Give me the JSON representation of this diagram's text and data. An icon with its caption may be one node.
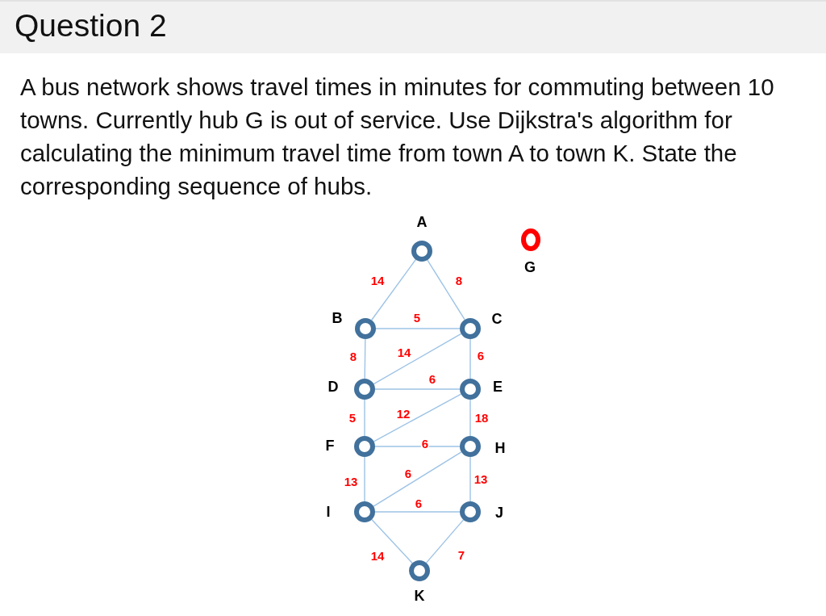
{
  "diagram": {
    "title": "Question 2",
    "nodes": [
      {
        "text": [],
        "shape": "circle",
        "beside": [
          "A"
        ]
      },
      {
        "text": [],
        "shape": "circle",
        "beside": [
          "G"
        ]
      },
      {
        "text": [],
        "shape": "circle",
        "beside": [
          "B"
        ]
      },
      {
        "text": [],
        "shape": "circle",
        "beside": [
          "C"
        ]
      },
      {
        "text": [],
        "shape": "circle",
        "beside": [
          "D"
        ]
      },
      {
        "text": [],
        "shape": "circle",
        "beside": [
          "E"
        ]
      },
      {
        "text": [],
        "shape": "circle",
        "beside": [
          "F"
        ]
      },
      {
        "text": [],
        "shape": "circle",
        "beside": [
          "H"
        ]
      },
      {
        "text": [],
        "shape": "circle",
        "beside": [
          "I"
        ]
      },
      {
        "text": [],
        "shape": "circle",
        "beside": [
          "J"
        ]
      },
      {
        "text": [],
        "shape": "circle",
        "beside": [
          "K"
        ]
      }
    ],
    "edges": [
      {
        "from": 0,
        "to": 2,
        "arrow": "none",
        "label": "14"
      },
      {
        "from": 0,
        "to": 3,
        "arrow": "none",
        "label": "8"
      },
      {
        "from": 2,
        "to": 3,
        "arrow": "none",
        "label": "5"
      },
      {
        "from": 2,
        "to": 4,
        "arrow": "none",
        "label": "8"
      },
      {
        "from": 3,
        "to": 4,
        "arrow": "none",
        "label": "14"
      },
      {
        "from": 3,
        "to": 5,
        "arrow": "none",
        "label": "6"
      },
      {
        "from": 4,
        "to": 5,
        "arrow": "none",
        "label": "6"
      },
      {
        "from": 4,
        "to": 6,
        "arrow": "none",
        "label": "5"
      },
      {
        "from": 5,
        "to": 6,
        "arrow": "none",
        "label": "12"
      },
      {
        "from": 5,
        "to": 7,
        "arrow": "none",
        "label": "18"
      },
      {
        "from": 6,
        "to": 7,
        "arrow": "none",
        "label": "6"
      },
      {
        "from": 6,
        "to": 8,
        "arrow": "none",
        "label": "13"
      },
      {
        "from": 7,
        "to": 8,
        "arrow": "none",
        "label": "6"
      },
      {
        "from": 7,
        "to": 9,
        "arrow": "none",
        "label": "13"
      },
      {
        "from": 8,
        "to": 9,
        "arrow": "none",
        "label": "6"
      },
      {
        "from": 8,
        "to": 10,
        "arrow": "none",
        "label": "14"
      },
      {
        "from": 9,
        "to": 10,
        "arrow": "none",
        "label": "7"
      }
    ],
    "labels": [
      "A bus network shows travel times in minutes for commuting between 10 towns. Currently hub G is out of service. Use Dijkstra's algorithm for calculating the minimum travel time from town A to town K. State the corresponding sequence of hubs."
    ]
  }
}
